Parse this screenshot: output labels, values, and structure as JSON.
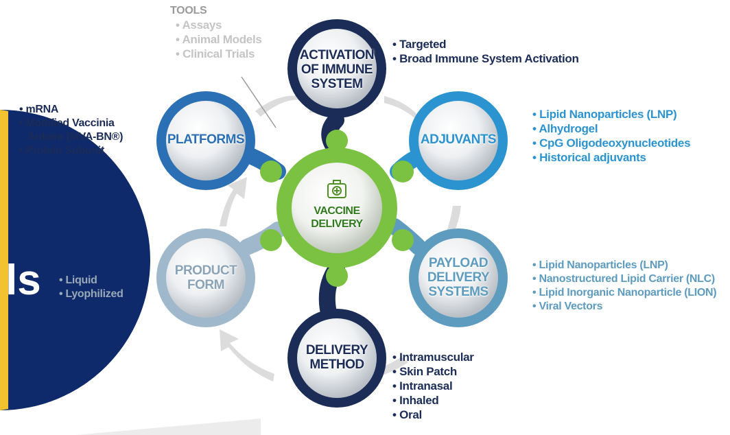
{
  "center": {
    "label_line1": "VACCINE",
    "label_line2": "DELIVERY",
    "icon": "medical-kit-icon"
  },
  "nodes": {
    "activation": {
      "line1": "ACTIVATION",
      "line2": "OF IMMUNE",
      "line3": "SYSTEM"
    },
    "adjuvants": {
      "line1": "ADJUVANTS"
    },
    "payload": {
      "line1": "PAYLOAD",
      "line2": "DELIVERY",
      "line3": "SYSTEMS"
    },
    "delivery_method": {
      "line1": "DELIVERY",
      "line2": "METHOD"
    },
    "product_form": {
      "line1": "PRODUCT",
      "line2": "FORM"
    },
    "platforms": {
      "line1": "PLATFORMS"
    }
  },
  "tools": {
    "title": "TOOLS",
    "items": [
      "Assays",
      "Animal Models",
      "Clinical Trials"
    ]
  },
  "activation_items": [
    "Targeted",
    "Broad Immune System Activation"
  ],
  "adjuvants_items": [
    "Lipid Nanoparticles (LNP)",
    "Alhydrogel",
    "CpG Oligodeoxynucleotides",
    "Historical adjuvants"
  ],
  "payload_items": [
    "Lipid Nanoparticles (LNP)",
    "Nanostructured Lipid Carrier (NLC)",
    "Lipid Inorganic Nanoparticle (LION)",
    "Viral Vectors"
  ],
  "delivery_items": [
    "Intramuscular",
    "Skin Patch",
    "Intranasal",
    "Inhaled",
    "Oral"
  ],
  "product_items": [
    "Liquid",
    "Lyophilized"
  ],
  "platform_items": [
    "mRNA",
    "Modified Vaccinia",
    "Ankara (MVA-BN®)",
    "Protein Subunit"
  ],
  "side_text": "ls",
  "colors": {
    "navy": "#1b2c57",
    "blue": "#2b93cf",
    "steel": "#5d9bbf",
    "pale": "#9fb8cb",
    "green": "#7cc242",
    "green_dark": "#4e8f22",
    "gray_arrow": "#dcdcdc",
    "tools_text": "#c4c4c4"
  }
}
